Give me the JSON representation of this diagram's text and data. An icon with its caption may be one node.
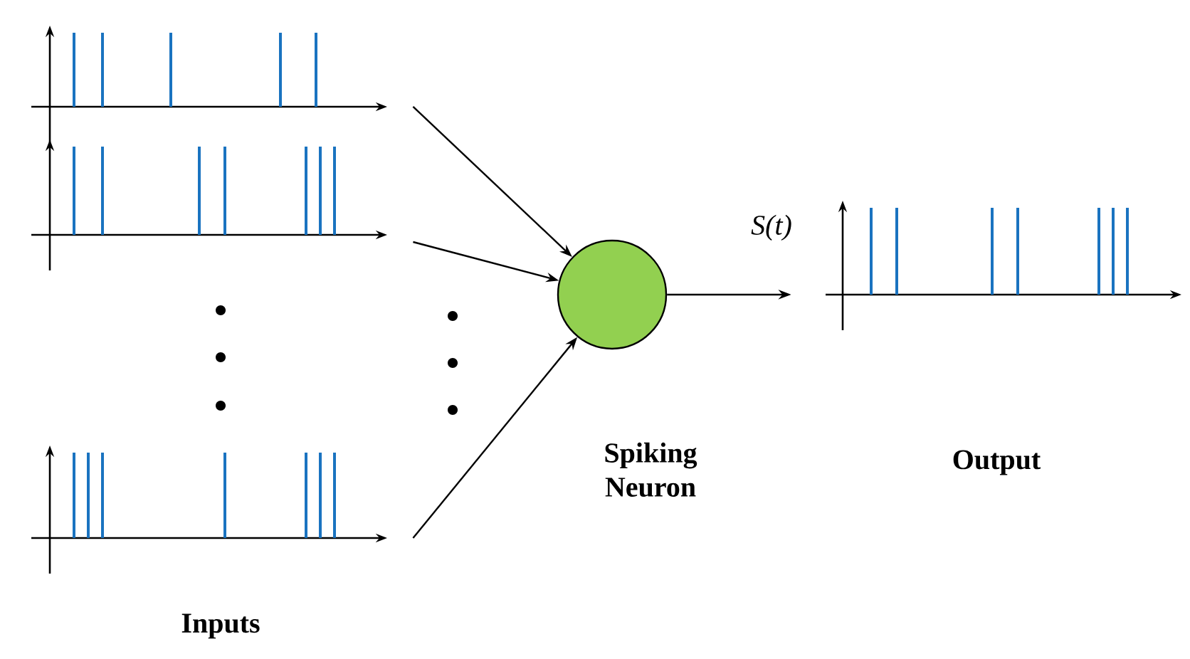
{
  "diagram": {
    "nodes": [
      {
        "text": [],
        "shape": "picture"
      },
      {
        "text": [],
        "shape": "picture"
      },
      {
        "text": [],
        "shape": "picture"
      },
      {
        "text": [
          "Spiking Neuron"
        ]
      },
      {
        "text": [],
        "shape": "picture"
      }
    ],
    "edges": [
      {
        "from": 0,
        "to": 3,
        "arrow": "to"
      },
      {
        "from": 1,
        "to": 3,
        "arrow": "to"
      },
      {
        "from": 2,
        "to": 3,
        "arrow": "to"
      },
      {
        "from": 3,
        "to": 4,
        "arrow": "to"
      }
    ],
    "labels": [
      "S(t)",
      "Output",
      "Inputs"
    ]
  }
}
